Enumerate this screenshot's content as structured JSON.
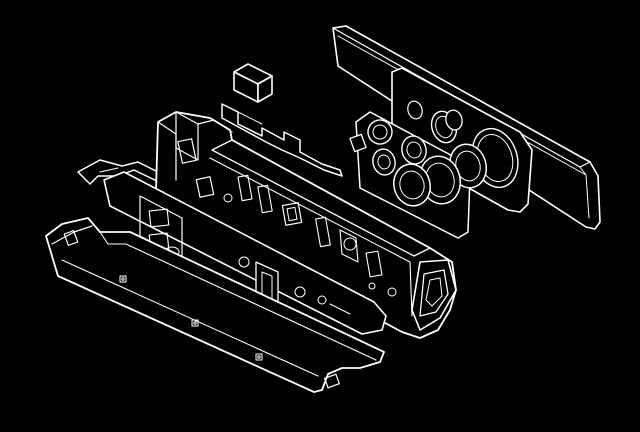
{
  "diagram": {
    "style": "white-line exploded isometric technical illustration",
    "colors": {
      "background": "#000000",
      "line": "#ffffff",
      "fill": "#000000"
    },
    "parts": [
      {
        "id": "front-cover-plate",
        "label": ""
      },
      {
        "id": "lens-lid",
        "label": ""
      },
      {
        "id": "lens-ring-set",
        "label": ""
      },
      {
        "id": "small-cube",
        "label": ""
      },
      {
        "id": "upper-gasket",
        "label": ""
      },
      {
        "id": "main-chassis",
        "label": ""
      },
      {
        "id": "side-gasket",
        "label": ""
      },
      {
        "id": "circuit-board",
        "label": ""
      },
      {
        "id": "bottom-tray",
        "label": ""
      }
    ]
  }
}
